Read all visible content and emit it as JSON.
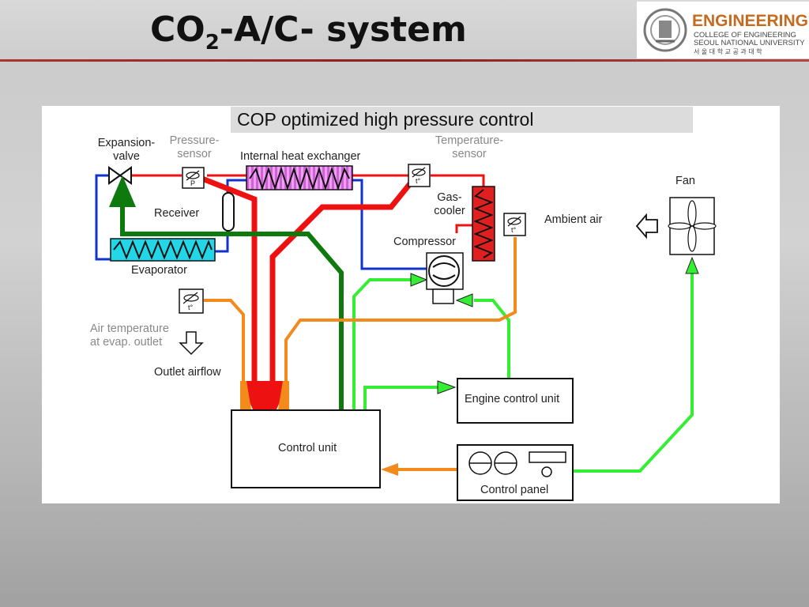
{
  "slide": {
    "title_prefix": "CO",
    "title_sub": "2",
    "title_suffix": "-A/C- system"
  },
  "logo": {
    "word": "ENGINEERING",
    "line1": "COLLEGE OF ENGINEERING",
    "line2": "SEOUL NATIONAL UNIVERSITY",
    "line3": "서 울 대 학 교 공 과 대 학"
  },
  "diagram": {
    "title": "COP optimized high pressure control",
    "labels": {
      "expansion_valve": [
        "Expansion-",
        "valve"
      ],
      "pressure_sensor": [
        "Pressure-",
        "sensor"
      ],
      "internal_hx": "Internal heat exchanger",
      "temperature_sensor": [
        "Temperature-",
        "sensor"
      ],
      "fan": "Fan",
      "gas_cooler": [
        "Gas-",
        "cooler"
      ],
      "receiver": "Receiver",
      "ambient_air": "Ambient air",
      "compressor": "Compressor",
      "evaporator": "Evaporator",
      "air_temp": [
        "Air temperature",
        "at evap. outlet"
      ],
      "outlet_airflow": "Outlet airflow",
      "engine_control_unit": "Engine control unit",
      "control_unit": "Control unit",
      "control_panel": "Control panel",
      "sensor_p": "P",
      "sensor_t": "t°"
    },
    "colors": {
      "high_pressure": "#ee1111",
      "low_pressure": "#1133cc",
      "suction": "#0e7a0e",
      "signal_green": "#33ee33",
      "signal_orange": "#f28a1c",
      "evaporator": "#22d8e8",
      "gas_cooler": "#e02020",
      "heat_exchanger": "#e080e0"
    }
  }
}
